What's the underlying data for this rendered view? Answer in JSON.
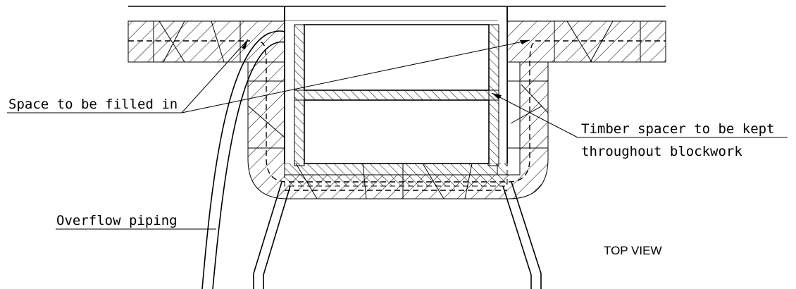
{
  "labels": {
    "space_fill": "Space to be filled in",
    "timber_line1": "Timber spacer to be kept",
    "timber_line2": "throughout blockwork",
    "overflow": "Overflow piping",
    "view_title": "TOP VIEW"
  }
}
